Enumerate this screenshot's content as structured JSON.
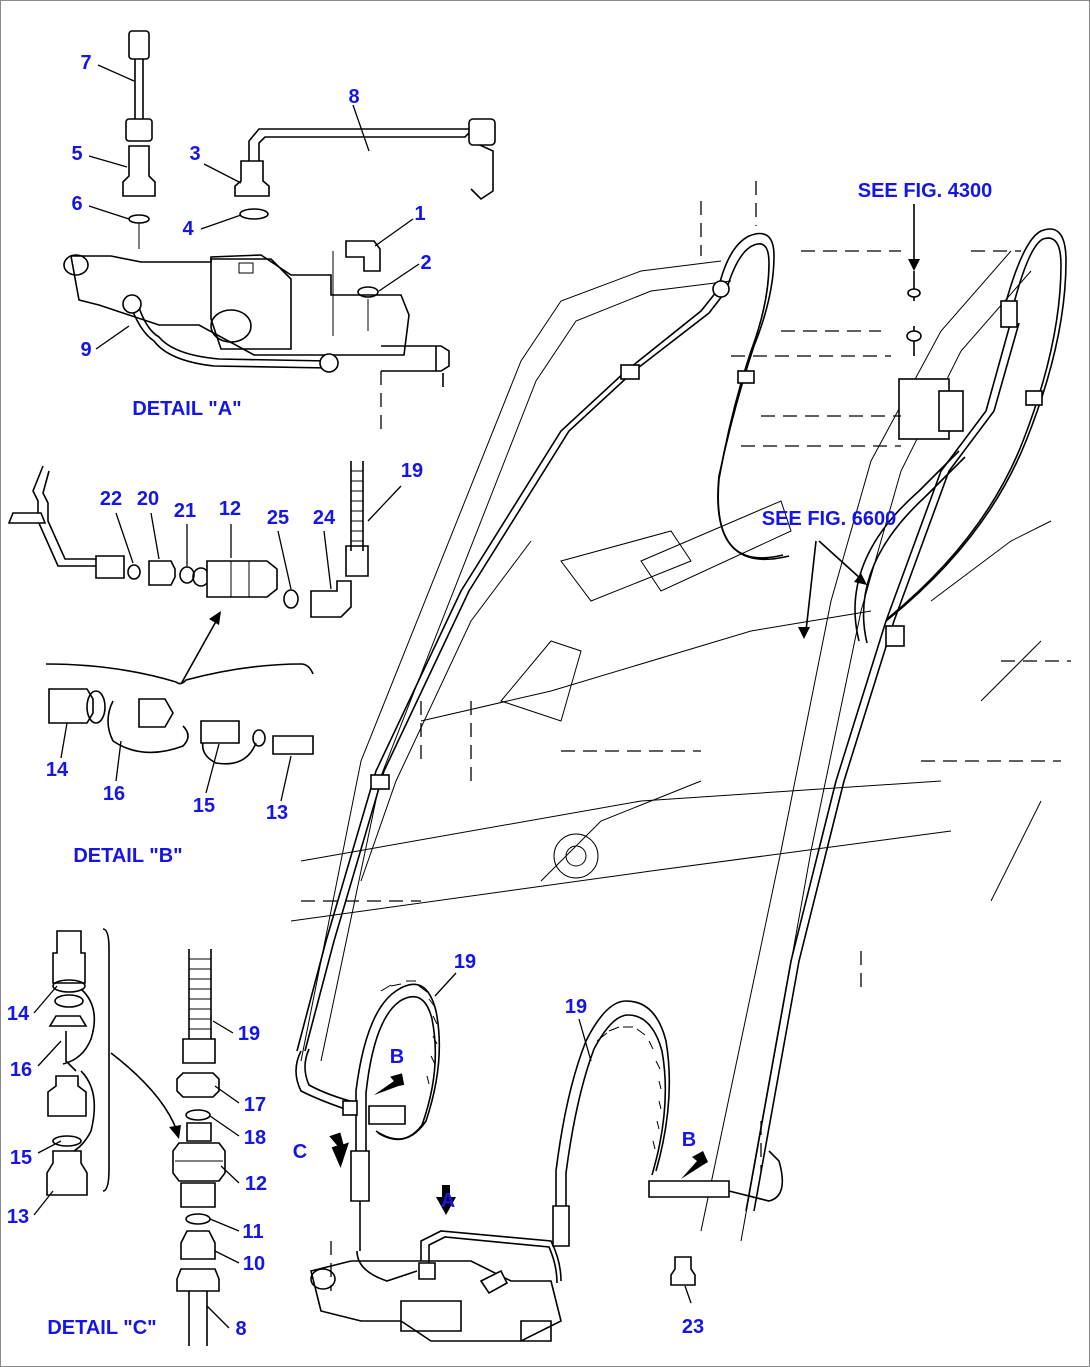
{
  "details": {
    "a": "DETAIL \"A\"",
    "b": "DETAIL \"B\"",
    "c": "DETAIL \"C\""
  },
  "references": {
    "fig_4300": "SEE FIG. 4300",
    "fig_6600": "SEE FIG. 6600"
  },
  "view_markers": {
    "a": "A",
    "b1": "B",
    "b2": "B",
    "c": "C"
  },
  "part_numbers": {
    "a_1": "1",
    "a_2": "2",
    "a_3": "3",
    "a_4": "4",
    "a_5": "5",
    "a_6": "6",
    "a_7": "7",
    "a_8": "8",
    "a_9": "9",
    "b_22": "22",
    "b_20": "20",
    "b_21": "21",
    "b_12": "12",
    "b_25": "25",
    "b_24": "24",
    "b_19": "19",
    "b_14": "14",
    "b_16": "16",
    "b_15": "15",
    "b_13": "13",
    "c_14": "14",
    "c_16": "16",
    "c_15": "15",
    "c_13": "13",
    "c_19": "19",
    "c_17": "17",
    "c_18": "18",
    "c_12": "12",
    "c_11": "11",
    "c_10": "10",
    "c_8": "8",
    "m_19a": "19",
    "m_19b": "19",
    "m_23": "23"
  },
  "colors": {
    "label": "#1515e8",
    "line": "#000000",
    "frame": "#8a8a8a"
  }
}
